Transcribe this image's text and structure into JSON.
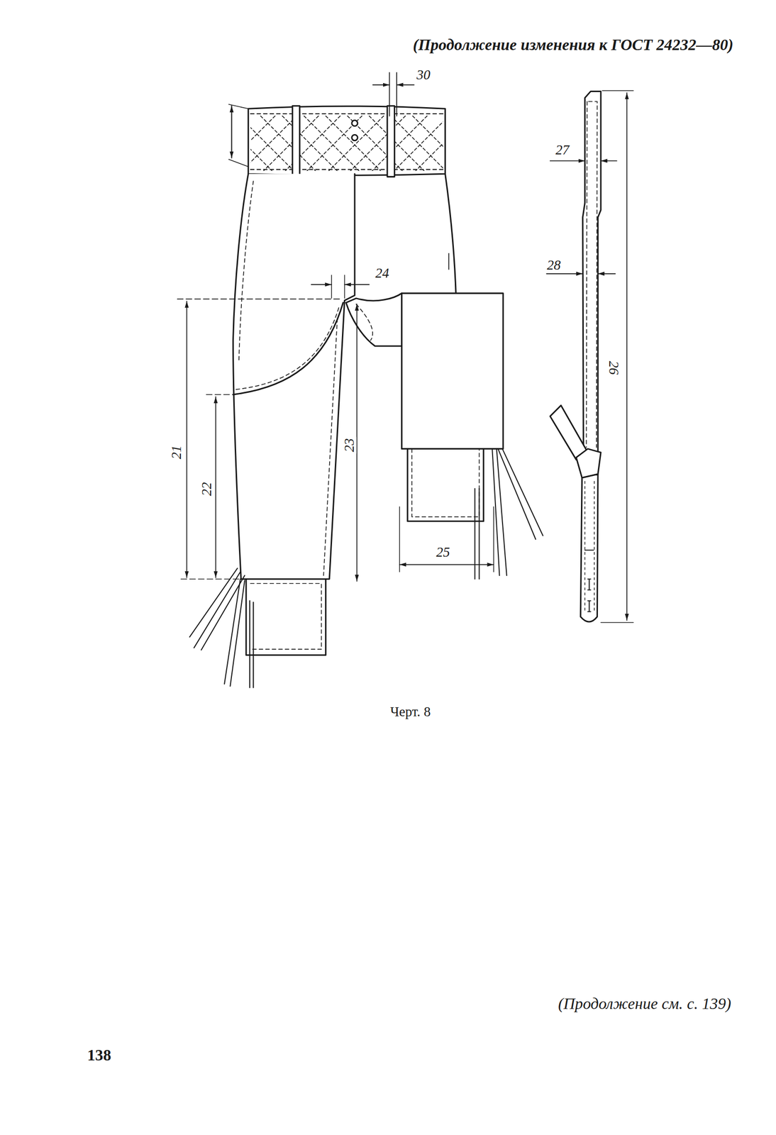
{
  "diagram": {
    "labels": [
      "(Продолжение изменения к ГОСТ 24232—80)",
      "30",
      "27",
      "24",
      "28",
      "21",
      "26",
      "22",
      "23",
      "25",
      "Черт. 8",
      "(Продолжение см. с. 139)",
      "138"
    ]
  }
}
